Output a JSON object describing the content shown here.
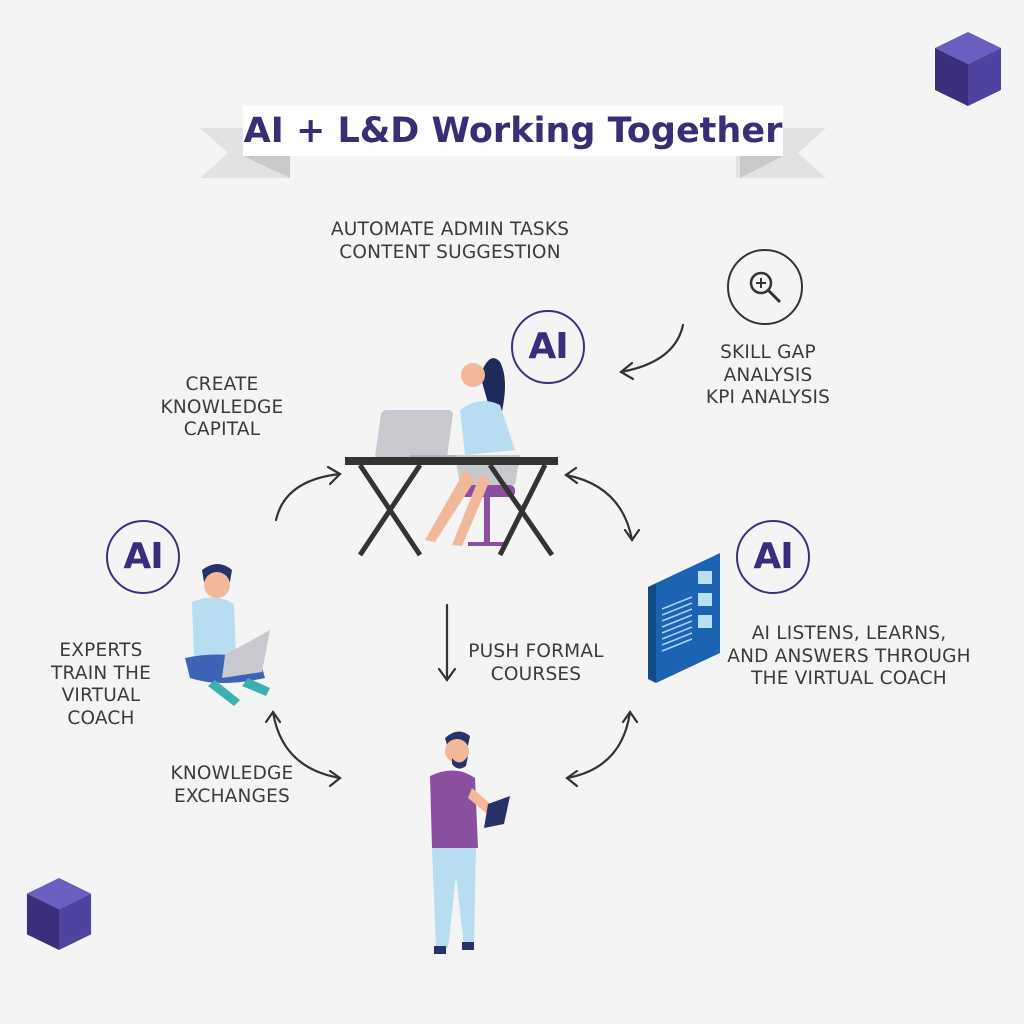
{
  "title": "AI + L&D Working Together",
  "badges": {
    "center": "AI",
    "left": "AI",
    "right": "AI"
  },
  "labels": {
    "automate": [
      "AUTOMATE ADMIN TASKS",
      "CONTENT SUGGESTION"
    ],
    "skill_gap": [
      "SKILL GAP",
      "ANALYSIS",
      "KPI ANALYSIS"
    ],
    "knowledge_capital": [
      "CREATE",
      "KNOWLEDGE",
      "CAPITAL"
    ],
    "experts": [
      "EXPERTS",
      "TRAIN THE",
      "VIRTUAL",
      "COACH"
    ],
    "push": [
      "PUSH FORMAL",
      "COURSES"
    ],
    "virtual_coach": [
      "AI LISTENS, LEARNS,",
      "AND ANSWERS THROUGH",
      "THE VIRTUAL COACH"
    ],
    "exchanges": [
      "KNOWLEDGE",
      "EXCHANGES"
    ]
  },
  "colors": {
    "accent": "#3a2d75",
    "cube_top": "#6a5fc0",
    "cube_left": "#3b2f7d",
    "cube_right": "#4f43a0",
    "screen": "#1c63b3"
  }
}
